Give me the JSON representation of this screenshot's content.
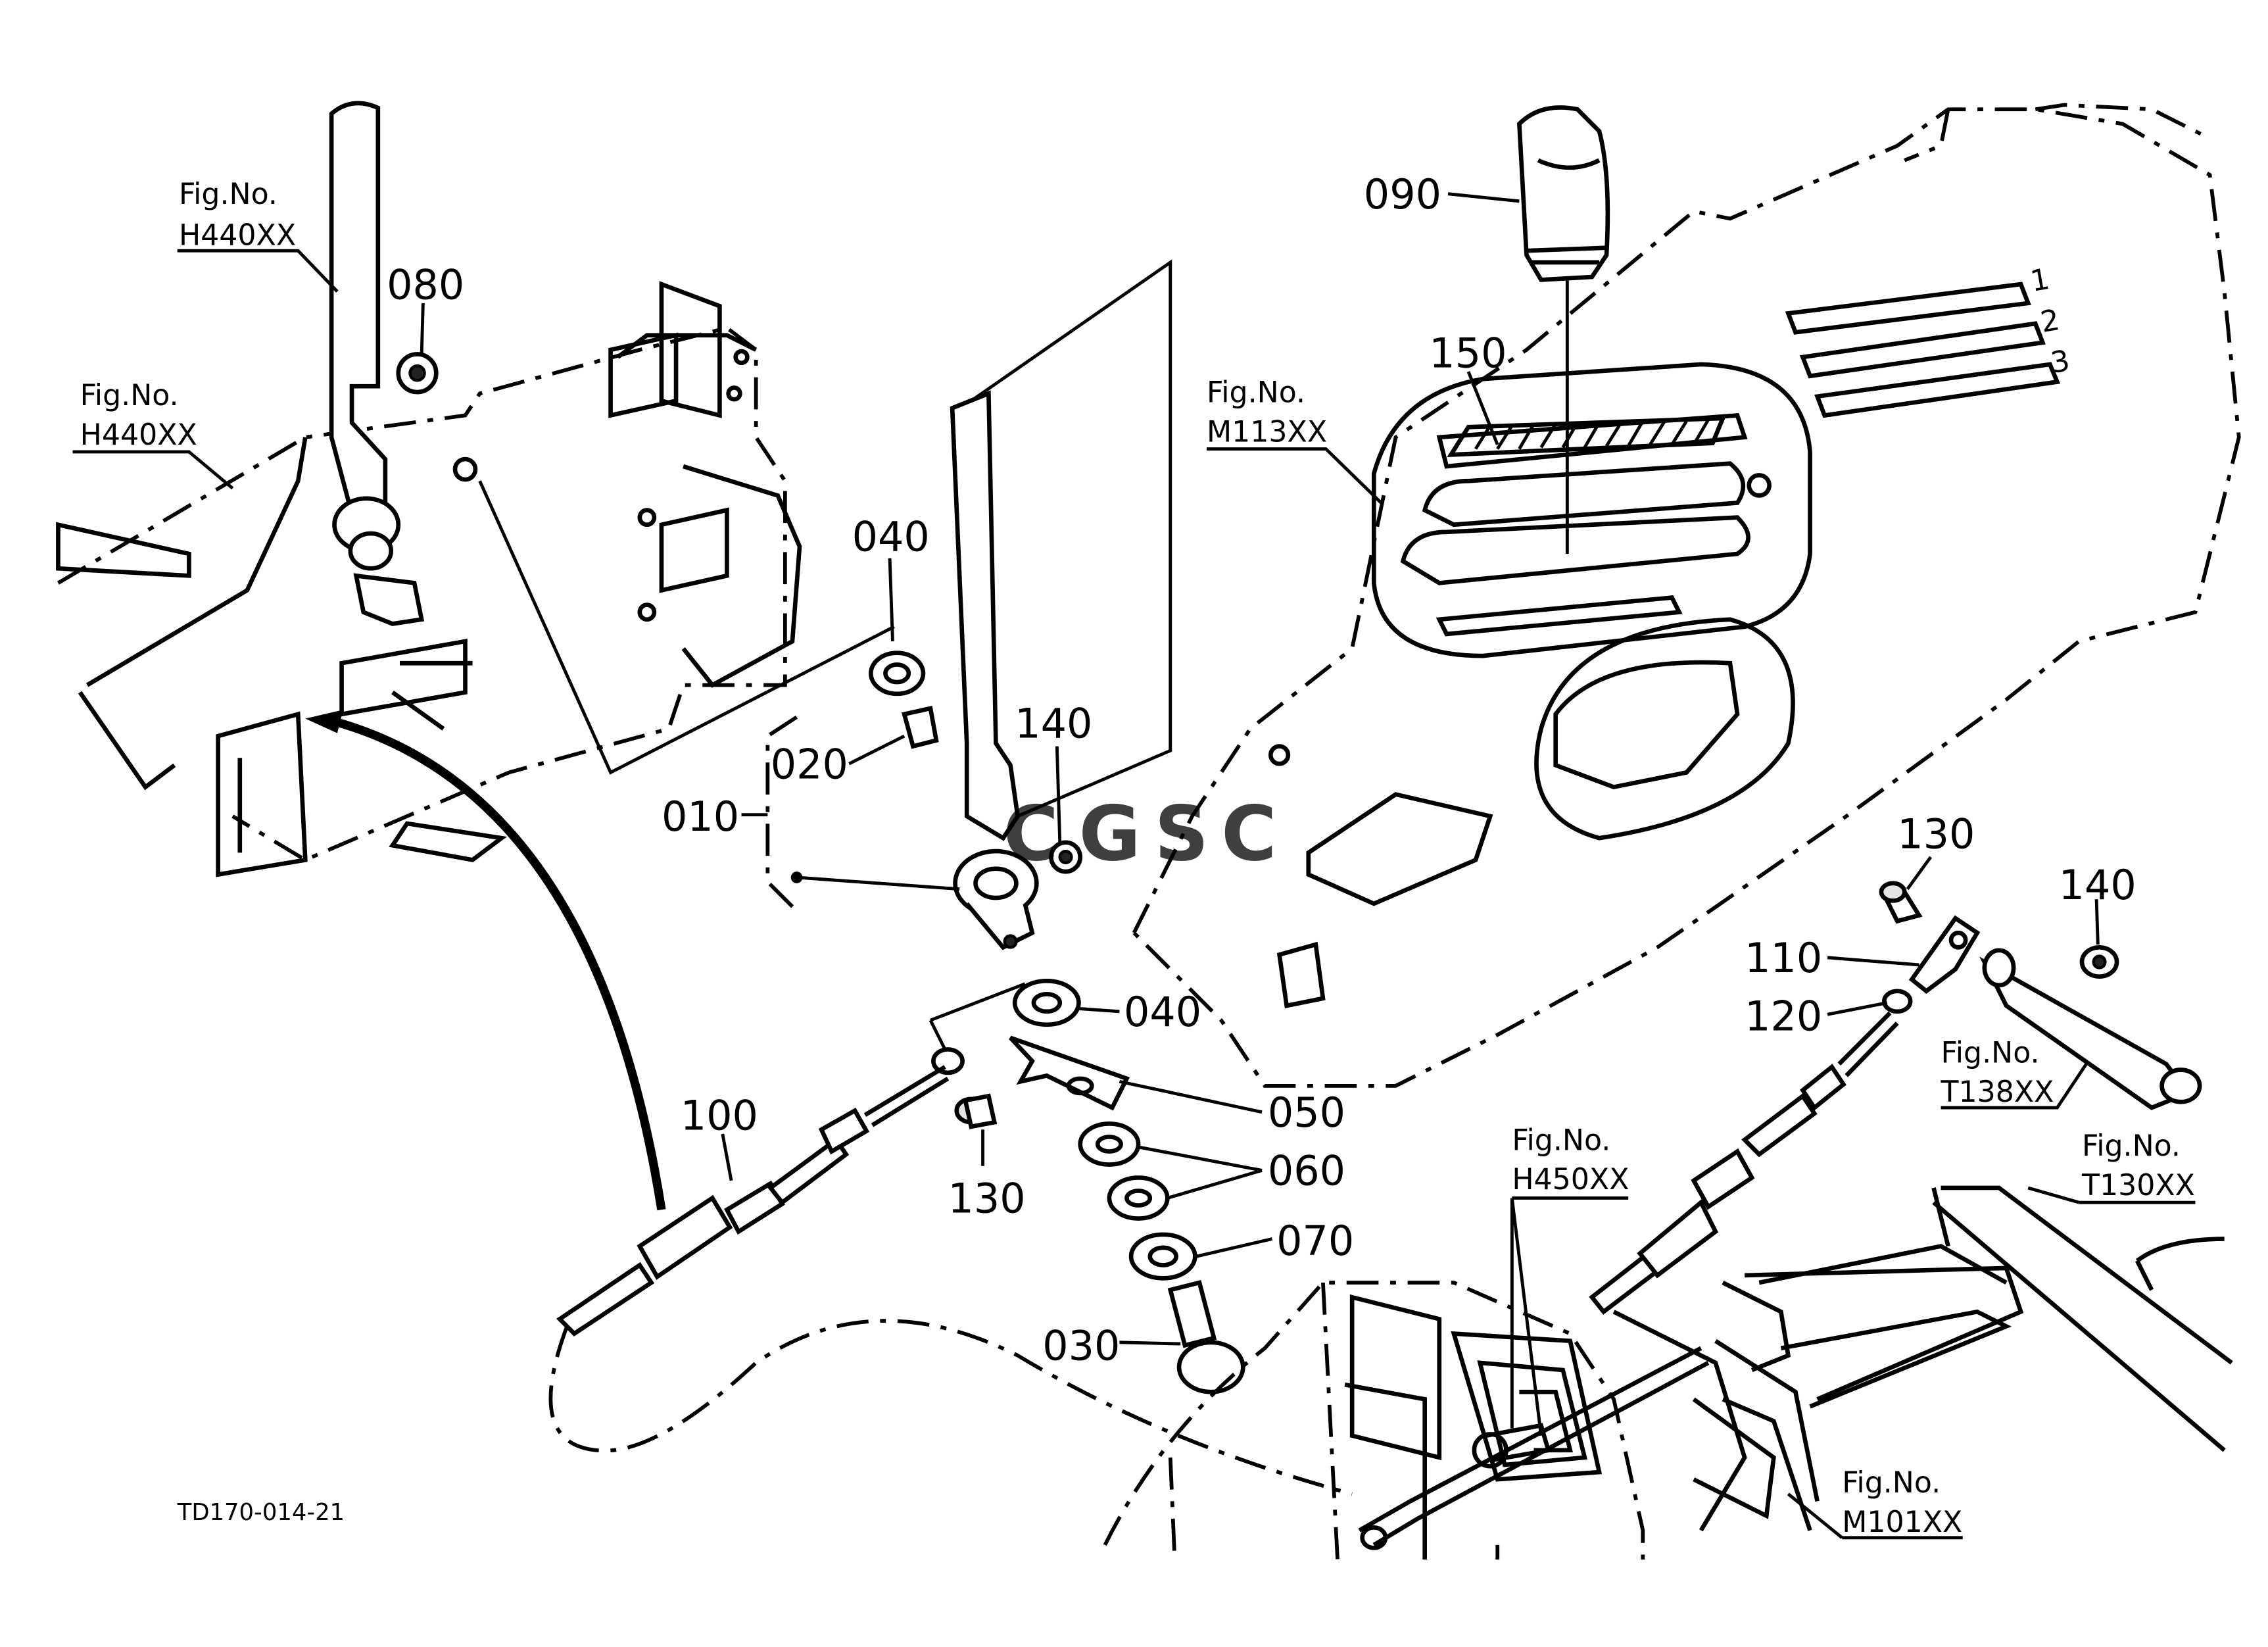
{
  "drawing_code": "TD170-014-21",
  "watermark": {
    "text": "CGSC",
    "colors": [
      "#4285F4",
      "#EA4335",
      "#FBBC05",
      "#34A853"
    ]
  },
  "part_numbers": {
    "p010": "010",
    "p020": "020",
    "p030": "030",
    "p040a": "040",
    "p040b": "040",
    "p050": "050",
    "p060": "060",
    "p070": "070",
    "p080": "080",
    "p090": "090",
    "p100": "100",
    "p110": "110",
    "p120": "120",
    "p130a": "130",
    "p130b": "130",
    "p140a": "140",
    "p140b": "140",
    "p150": "150"
  },
  "figure_refs": {
    "h440_top": {
      "label": "Fig.No.",
      "code": "H440XX"
    },
    "h440_left": {
      "label": "Fig.No.",
      "code": "H440XX"
    },
    "m113": {
      "label": "Fig.No.",
      "code": "M113XX"
    },
    "t138": {
      "label": "Fig.No.",
      "code": "T138XX"
    },
    "t130": {
      "label": "Fig.No.",
      "code": "T130XX"
    },
    "h450": {
      "label": "Fig.No.",
      "code": "H450XX"
    },
    "m101": {
      "label": "Fig.No.",
      "code": "M101XX"
    }
  },
  "gear_marks": [
    "1",
    "2",
    "3"
  ]
}
